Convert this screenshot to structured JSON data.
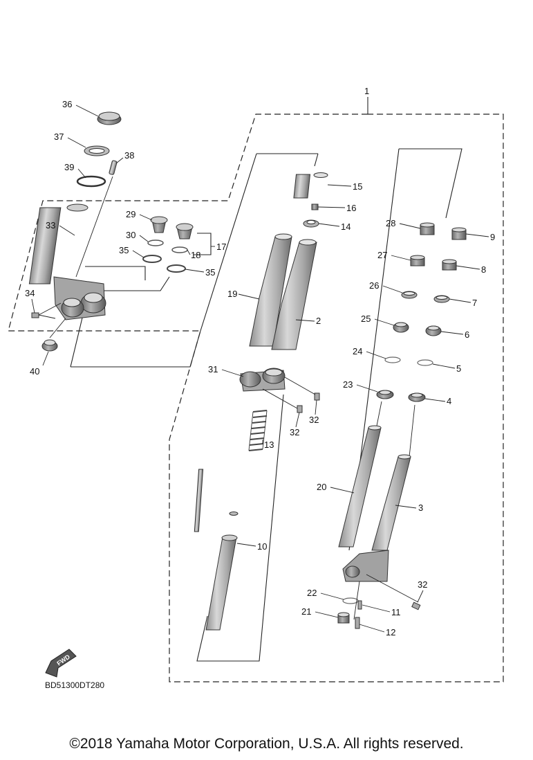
{
  "diagram_code": "BD51300DT280",
  "fwd_label": "FWD",
  "copyright": "©2018 Yamaha Motor Corporation, U.S.A. All rights reserved.",
  "callouts": [
    "1",
    "2",
    "3",
    "4",
    "5",
    "6",
    "7",
    "8",
    "9",
    "10",
    "11",
    "12",
    "13",
    "14",
    "15",
    "16",
    "17",
    "18",
    "19",
    "20",
    "21",
    "22",
    "23",
    "24",
    "25",
    "26",
    "27",
    "28",
    "29",
    "30",
    "31",
    "32",
    "32",
    "32",
    "33",
    "34",
    "35",
    "35",
    "36",
    "37",
    "38",
    "39",
    "40"
  ]
}
